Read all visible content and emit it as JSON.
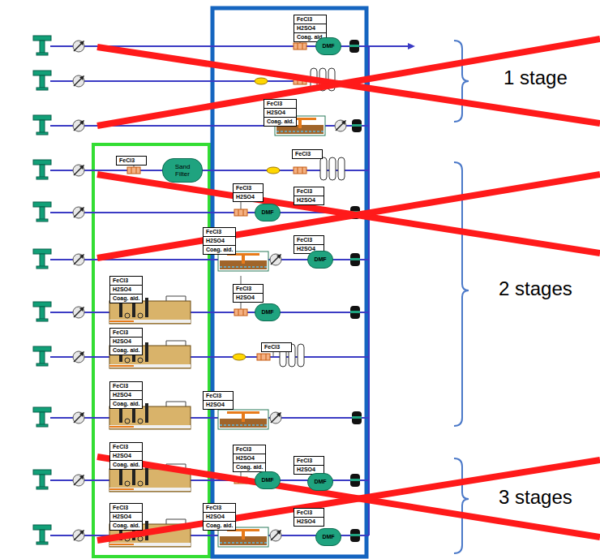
{
  "diagram": {
    "nodes": [
      {
        "text": [
          "FeCl3",
          "H2SO4",
          "Coag. aid."
        ]
      },
      {
        "text": [
          "DMF"
        ]
      },
      {
        "text": [
          "FeCl3",
          "H2SO4",
          "Coag. aid."
        ]
      },
      {
        "text": [
          "FeCl3"
        ]
      },
      {
        "text": [
          "Sand Filter"
        ]
      },
      {
        "text": [
          "FeCl3"
        ]
      },
      {
        "text": [
          "FeCl3",
          "H2SO4"
        ]
      },
      {
        "text": [
          "FeCl3",
          "H2SO4"
        ]
      },
      {
        "text": [
          "DMF"
        ]
      },
      {
        "text": [
          "FeCl3",
          "H2SO4",
          "Coag. aid."
        ]
      },
      {
        "text": [
          "FeCl3",
          "H2SO4"
        ]
      },
      {
        "text": [
          "DMF"
        ]
      },
      {
        "text": [
          "FeCl3",
          "H2SO4",
          "Coag. aid."
        ]
      },
      {
        "text": [
          "FeCl3",
          "H2SO4"
        ]
      },
      {
        "text": [
          "DMF"
        ]
      },
      {
        "text": [
          "FeCl3",
          "H2SO4",
          "Coag. aid."
        ]
      },
      {
        "text": [
          "FeCl3"
        ]
      },
      {
        "text": [
          "FeCl3",
          "H2SO4",
          "Coag. aid."
        ]
      },
      {
        "text": [
          "FeCl3",
          "H2SO4"
        ]
      },
      {
        "text": [
          "FeCl3",
          "H2SO4",
          "Coag. aid."
        ]
      },
      {
        "text": [
          "FeCl3",
          "H2SO4",
          "Coag. aid."
        ]
      },
      {
        "text": [
          "DMF"
        ]
      },
      {
        "text": [
          "FeCl3",
          "H2SO4"
        ]
      },
      {
        "text": [
          "DMF"
        ]
      },
      {
        "text": [
          "FeCl3",
          "H2SO4",
          "Coag. aid."
        ]
      },
      {
        "text": [
          "FeCl3",
          "H2SO4",
          "Coag. aid."
        ]
      },
      {
        "text": [
          "FeCl3",
          "H2SO4"
        ]
      },
      {
        "text": [
          "DMF"
        ]
      }
    ],
    "labels": [
      "1 stage",
      "2 stages",
      "3 stages"
    ]
  }
}
